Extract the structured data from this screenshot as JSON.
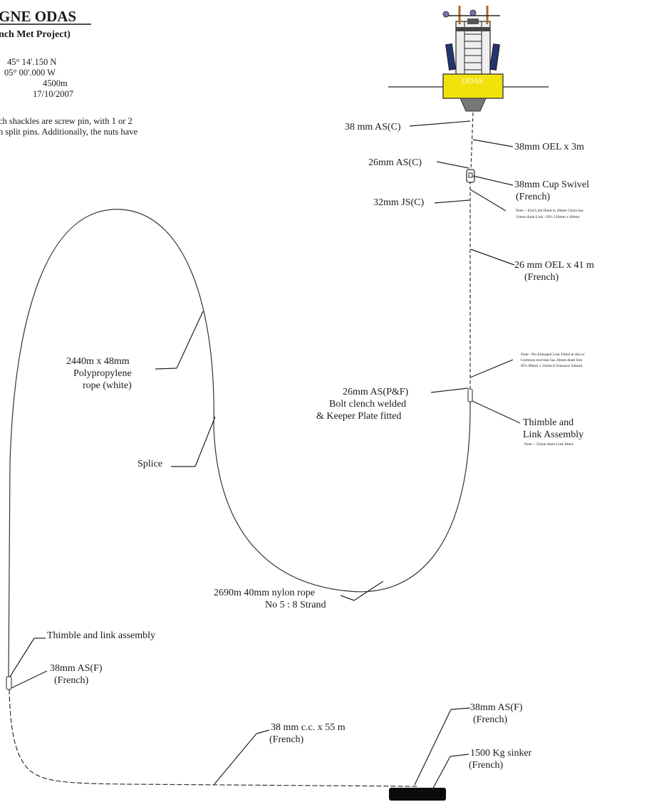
{
  "header": {
    "title": "GNE  ODAS",
    "subtitle": "nch Met Project)",
    "latitude": "45° 14'.150 N",
    "longitude": "05° 00'.000 W",
    "depth": "4500m",
    "date": "17/10/2007",
    "note_line1": "ch shackles are screw pin, with 1 or 2",
    "note_line2": "h split pins.  Additionally, the nuts have"
  },
  "buoy": {
    "label": "ODAS",
    "hull_color": "#f2e20c"
  },
  "labels": {
    "as_38c": "38 mm AS(C)",
    "oel_38": "38mm OEL x 3m",
    "as_26c": "26mm AS(C)",
    "cup_swivel": "38mm Cup Swivel",
    "cup_swivel_2": "(French)",
    "js_32c": "32mm JS(C)",
    "endlink_note_1": "Note :- End Link fitted to 26mm Chain has",
    "endlink_note_2": "31mm diam Link - ID's  150mm x 60mm",
    "oel_26": "26 mm OEL x 41 m",
    "oel_26_2": "(French)",
    "enlarged_note_1": "Note :-No Enlarged Link Fitted at this er",
    "enlarged_note_2": "Common end  link has 26mm diam link",
    "enlarged_note_3": "ID's 90mm x 33mm (Clearance 64mm).",
    "polyprop_1": "2440m x 48mm",
    "polyprop_2": "Polypropylene",
    "polyprop_3": "rope (white)",
    "aspf_1": "26mm AS(P&F)",
    "aspf_2": "Bolt clench welded",
    "aspf_3": "& Keeper Plate fitted",
    "thimble_1": "Thimble and",
    "thimble_2": "Link Assembly",
    "thimble_note": "Note :- 35mm diam Link fitted.",
    "splice": "Splice",
    "nylon_1": "2690m 40mm nylon rope",
    "nylon_2": "No 5 : 8 Strand",
    "thimble_link": "Thimble and link assembly",
    "asf_38_left": "38mm AS(F)",
    "asf_38_left_2": "(French)",
    "cc_38": "38 mm c.c. x 55 m",
    "cc_38_2": "(French)",
    "asf_38_right": "38mm AS(F)",
    "asf_38_right_2": "(French)",
    "sinker": "1500 Kg sinker",
    "sinker_2": "(French)"
  }
}
